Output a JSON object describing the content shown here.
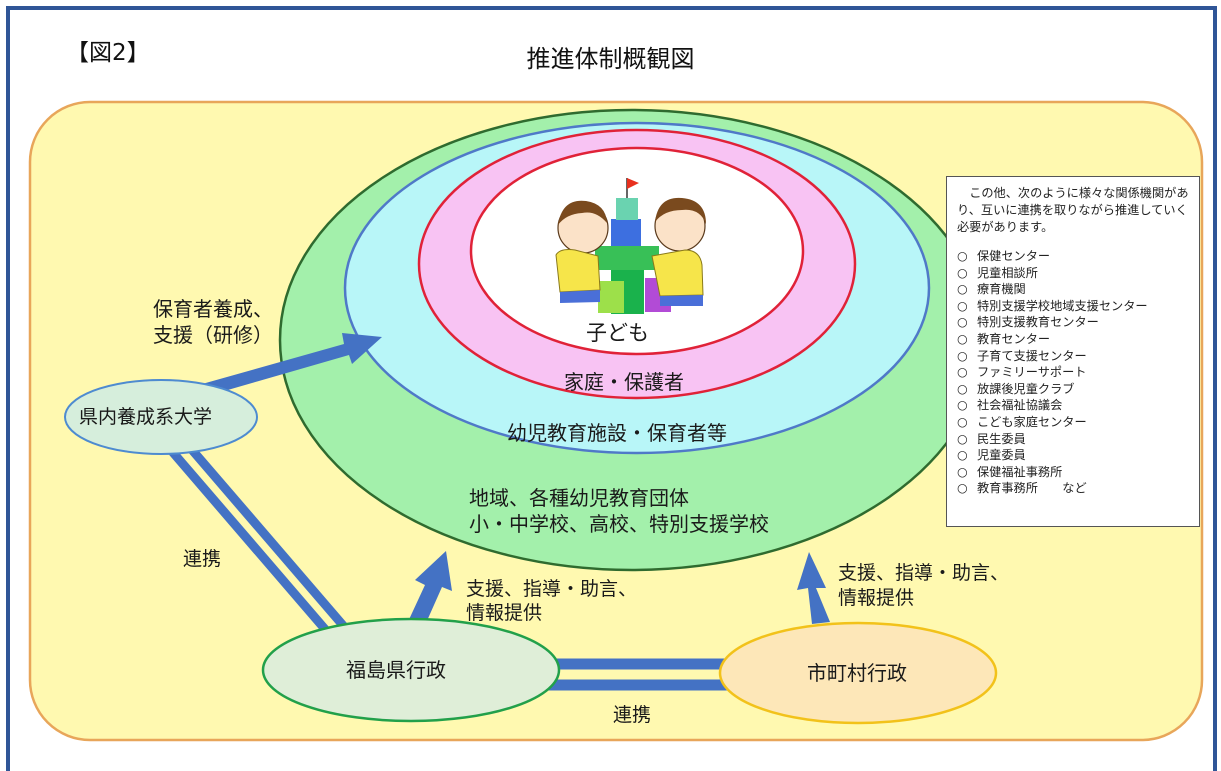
{
  "header": {
    "figure_no": "【図2】",
    "title": "推進体制概観図"
  },
  "circles": {
    "child": "子ども",
    "family": "家庭・保護者",
    "facilities": "幼児教育施設・保育者等",
    "community_line1": "地域、各種幼児教育団体",
    "community_line2": "小・中学校、高校、特別支援学校"
  },
  "nodes": {
    "university": "県内養成系大学",
    "prefecture": "福島県行政",
    "municipality": "市町村行政"
  },
  "arrows": {
    "training_line1": "保育者養成、",
    "training_line2": "支援（研修）",
    "support_pref_line1": "支援、指導・助言、",
    "support_pref_line2": "情報提供",
    "support_muni_line1": "支援、指導・助言、",
    "support_muni_line2": "情報提供",
    "link_left": "連携",
    "link_bottom": "連携"
  },
  "note": {
    "intro": "この他、次のように様々な関係機関があり、互いに連携を取りながら推進していく必要があります。",
    "marker": "○",
    "items": [
      "保健センター",
      "児童相談所",
      "療育機関",
      "特別支援学校地域支援センター",
      "特別支援教育センター",
      "教育センター",
      "子育て支援センター",
      "ファミリーサポート",
      "放課後児童クラブ",
      "社会福祉協議会",
      "こども家庭センター",
      "民生委員",
      "児童委員",
      "保健福祉事務所",
      "教育事務所　　など"
    ]
  },
  "colors": {
    "frame": "#2f5597",
    "outer_region": "#fff9b0",
    "outer_border": "#e8a65a",
    "community": "#a3f0ab",
    "facilities": "#b8f6f8",
    "family": "#f8c3f3",
    "child": "#ffffff",
    "arrow": "#4472c4",
    "university_fill": "#d6eedc",
    "prefecture_fill": "#dfeed8",
    "municipality_fill": "#fde7b8"
  }
}
